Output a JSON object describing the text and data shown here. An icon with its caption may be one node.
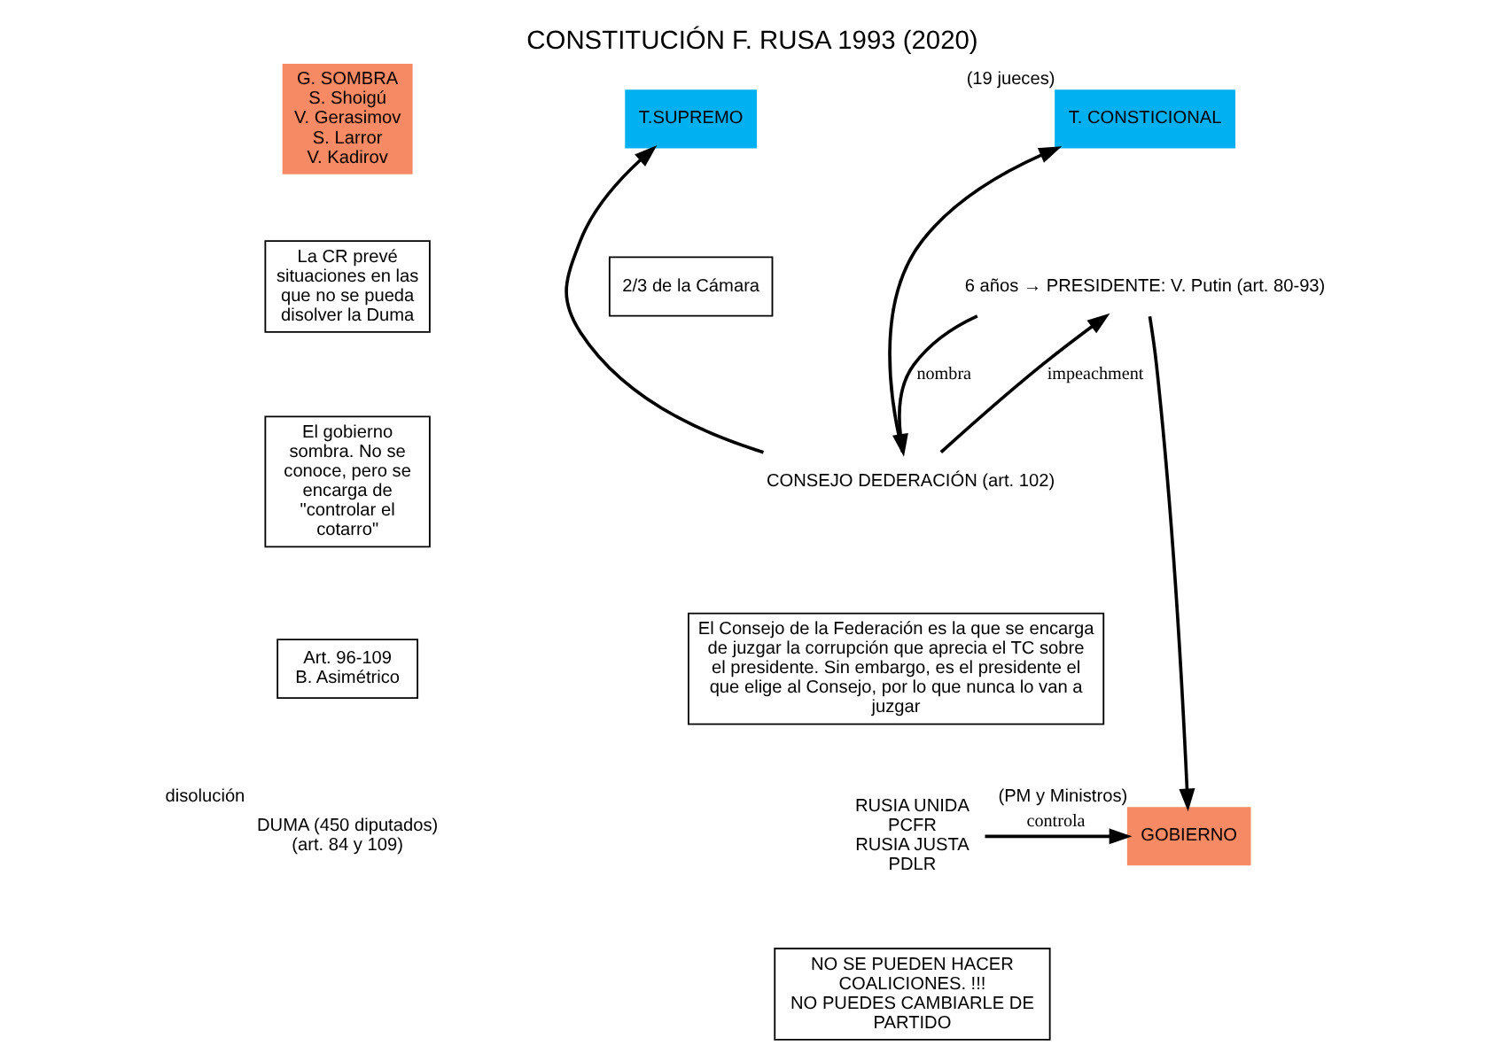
{
  "diagram": {
    "title": "CONSTITUCIÓN F. RUSA 1993 (2020)",
    "nodes": [
      {
        "text": [
          "G. SOMBRA",
          "S. Shoigú",
          "V. Gerasimov",
          "S. Larror",
          "V. Kadirov"
        ]
      },
      {
        "text": [
          "El gobierno sombra. No se conoce, pero se encarga de \"controlar el cotarro\""
        ]
      },
      {
        "text": [
          "Art. 96-109",
          "B. Asimétrico"
        ]
      },
      {
        "text": [
          "6 años → PRESIDENTE: V. Putin (art. 80-93)"
        ]
      },
      {
        "text": [
          "La CR prevé situaciones en las que no se pueda disolver la Duma"
        ]
      },
      {
        "text": [
          "2/3 de la Cámara"
        ]
      },
      {
        "text": [
          "CONSEJO DEDERACIÓN (art. 102)"
        ]
      },
      {
        "text": [
          "El Consejo de la Federación es la que se encarga de juzgar la corrupción que aprecia el TC sobre el presidente. Sin embargo, es el presidente el que elige al Consejo, por lo que nunca lo van a juzgar"
        ]
      },
      {
        "text": [
          "T. CONSTICIONAL"
        ],
        "beside": [
          "(19 jueces)"
        ]
      },
      {
        "text": [
          "T.SUPREMO"
        ]
      },
      {
        "text": [
          "DUMA (450 diputados)",
          "(art. 84 y 109)"
        ],
        "beside": [
          "disolución"
        ]
      },
      {
        "text": [
          "RUSIA UNIDA",
          "PCFR",
          "RUSIA JUSTA",
          "PDLR"
        ]
      },
      {
        "text": [
          "NO SE PUEDEN HACER COALICIONES. !!!",
          "NO PUEDES CAMBIARLE DE PARTIDO"
        ]
      },
      {
        "text": [
          "GOBIERNO"
        ],
        "beside": [
          "(PM y Ministros)"
        ]
      }
    ],
    "edges": [
      {
        "from": 3,
        "to": 6,
        "arrow": "to",
        "label": "nombra"
      },
      {
        "from": 6,
        "to": 3,
        "arrow": "to",
        "label": "impeachment"
      },
      {
        "from": 6,
        "to": 8,
        "arrow": "to"
      },
      {
        "from": 6,
        "to": 9,
        "arrow": "to"
      },
      {
        "from": 3,
        "to": 13,
        "arrow": "to"
      },
      {
        "from": 11,
        "to": 13,
        "arrow": "to",
        "label": "controla"
      }
    ]
  }
}
